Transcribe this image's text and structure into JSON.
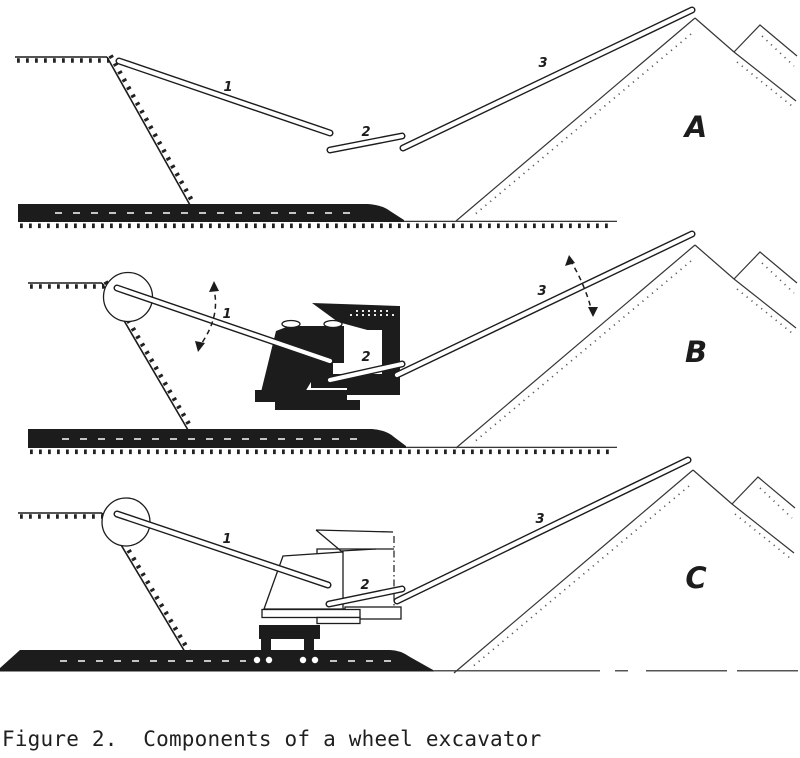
{
  "figure": {
    "caption": "Figure 2.  Components of a wheel excavator",
    "ink_color": "#1c1c1c",
    "paper_color": "#ffffff",
    "panels": [
      {
        "letter": "A",
        "label_1": "1",
        "label_2": "2",
        "label_3": "3"
      },
      {
        "letter": "B",
        "label_1": "1",
        "label_2": "2",
        "label_3": "3"
      },
      {
        "letter": "C",
        "label_1": "1",
        "label_2": "2",
        "label_3": "3"
      }
    ]
  }
}
